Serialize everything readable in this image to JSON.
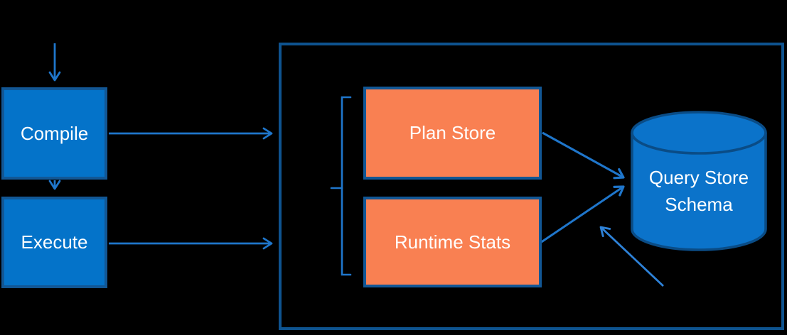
{
  "canvas": {
    "background": "#000000",
    "description": "Query Store architecture flow diagram"
  },
  "colors": {
    "blue_box_fill": "#0473c9",
    "blue_box_border": "#125795",
    "orange_box_fill": "#f98052",
    "orange_box_border": "#125795",
    "container_border": "#0e538f",
    "cylinder_fill": "#0b73ca",
    "cylinder_border": "#0a4c86",
    "arrow_blue": "#1f76cb",
    "arrow_light_blue": "#2e82d8",
    "label_text": "#ffffff"
  },
  "nodes": {
    "compile": {
      "label": "Compile",
      "shape": "rectangle"
    },
    "execute": {
      "label": "Execute",
      "shape": "rectangle"
    },
    "plan_store": {
      "label": "Plan Store",
      "shape": "rectangle"
    },
    "runtime_stats": {
      "label": "Runtime Stats",
      "shape": "rectangle"
    },
    "query_store_schema": {
      "label": "Query Store Schema",
      "lines": [
        "Query Store",
        "Schema"
      ],
      "shape": "cylinder"
    },
    "query_store_container": {
      "label": "",
      "shape": "rectangle-outline"
    }
  },
  "edges": [
    {
      "from": "external-top",
      "to": "compile",
      "style": "arrow-down"
    },
    {
      "from": "compile",
      "to": "execute",
      "style": "arrow-down"
    },
    {
      "from": "compile",
      "to": "query_store_container",
      "style": "arrow-right"
    },
    {
      "from": "execute",
      "to": "query_store_container",
      "style": "arrow-right"
    },
    {
      "from": "plan_store",
      "to": "query_store_schema",
      "style": "arrow"
    },
    {
      "from": "runtime_stats",
      "to": "query_store_schema",
      "style": "arrow"
    },
    {
      "from": "external-bottom-right",
      "to": "query_store_schema",
      "style": "arrow"
    }
  ],
  "grouping": {
    "brace": "square brace grouping Plan Store and Runtime Stats, tip pointing left"
  }
}
